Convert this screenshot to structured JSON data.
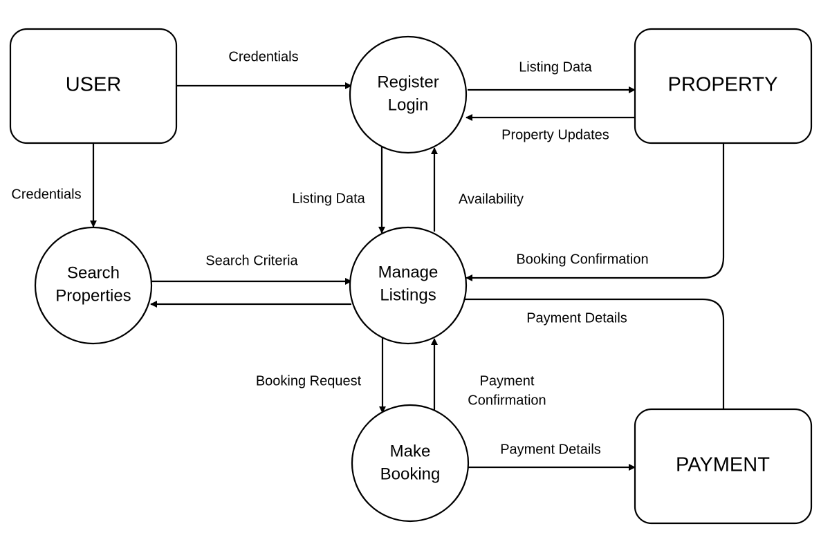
{
  "entities": {
    "user": "USER",
    "property": "PROPERTY",
    "payment": "PAYMENT"
  },
  "processes": {
    "register_login": [
      "Register",
      "Login"
    ],
    "search_properties": [
      "Search",
      "Properties"
    ],
    "manage_listings": [
      "Manage",
      "Listings"
    ],
    "make_booking": [
      "Make",
      "Booking"
    ]
  },
  "flows": {
    "user_to_register": "Credentials",
    "user_to_search": "Credentials",
    "register_to_property": "Listing Data",
    "property_to_register": "Property Updates",
    "register_to_manage": "Listing Data",
    "manage_to_register": "Availability",
    "search_to_manage": "Search Criteria",
    "property_to_manage": "Booking Confirmation",
    "manage_to_payment": "Payment Details",
    "manage_to_booking": "Booking Request",
    "booking_to_manage": [
      "Payment",
      "Confirmation"
    ],
    "booking_to_payment": "Payment Details"
  }
}
